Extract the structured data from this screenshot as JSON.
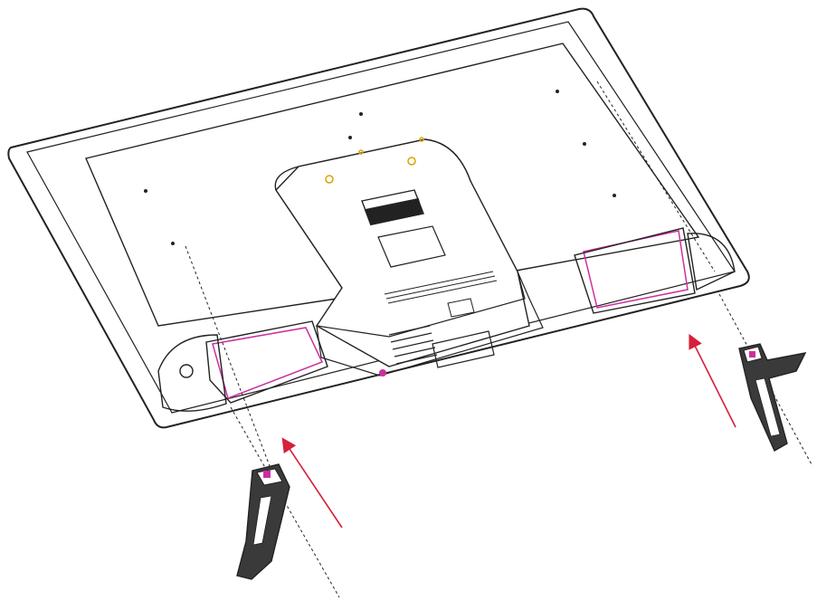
{
  "diagram": {
    "subject": "tv-rear-view-stand-installation",
    "colors": {
      "line": "#222222",
      "panel_fill": "#ffffff",
      "stand_fill": "#3a3a3a",
      "arrow": "#d6203c",
      "highlight": "#cc2fa0",
      "accent_dot": "#d9a400"
    },
    "parts": [
      {
        "id": "tv-back-panel"
      },
      {
        "id": "stand-slot-left"
      },
      {
        "id": "stand-slot-right"
      },
      {
        "id": "stand-leg-left"
      },
      {
        "id": "stand-leg-right"
      },
      {
        "id": "insert-arrow-left"
      },
      {
        "id": "insert-arrow-right"
      }
    ]
  }
}
